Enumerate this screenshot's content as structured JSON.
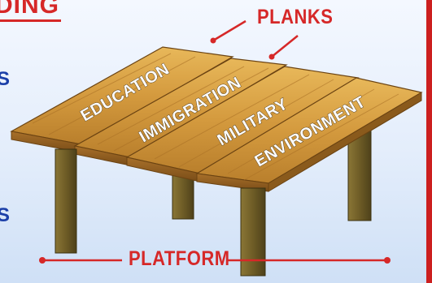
{
  "header": {
    "title_fragment": "DING"
  },
  "left_fragments": [
    "S",
    "S"
  ],
  "callouts": {
    "top": "PLANKS",
    "bottom": "PLATFORM"
  },
  "planks": [
    "EDUCATION",
    "IMMIGRATION",
    "MILITARY",
    "ENVIRONMENT"
  ],
  "colors": {
    "accent_red": "#d62828",
    "accent_blue": "#1b3fa8",
    "wood_light": "#d9a64a",
    "wood_dark": "#8a5a1c",
    "leg": "#6b5a2a"
  }
}
